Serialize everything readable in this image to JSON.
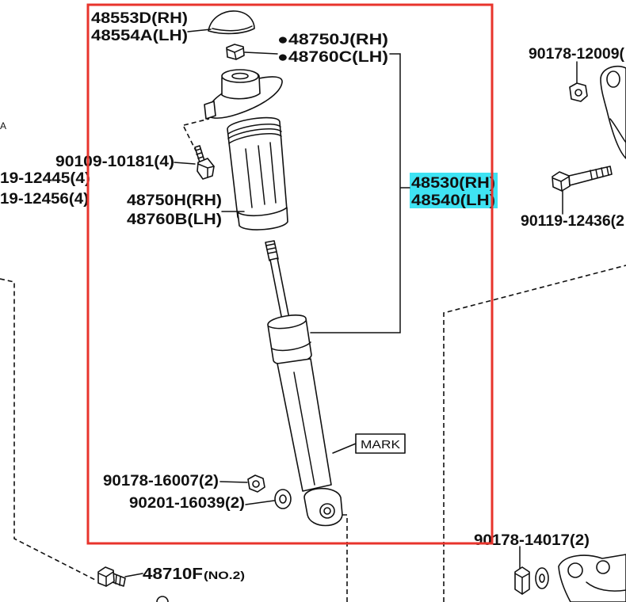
{
  "diagram": {
    "callouts": {
      "cover_rh": "48553D(RH)",
      "cover_lh": "48554A(LH)",
      "nut_rh": "●48750J(RH)",
      "nut_lh": "●48760C(LH)",
      "top_right_nut": "90178-12009(",
      "bolt_left": "90109-10181(4)",
      "left_bolt_a": "19-12445(4)",
      "left_bolt_b": "19-12456(4)",
      "mount_rh": "48750H(RH)",
      "mount_lh": "48760B(LH)",
      "absorber_rh": "48530(RH)",
      "absorber_lh": "48540(LH)",
      "right_bolt": "90119-12436(2",
      "mark": "MARK",
      "lower_nut": "90178-16007(2)",
      "lower_washer": "90201-16039(2)",
      "bottom_right_nut": "90178-14017(2)",
      "bottom_bolt_code": "48710F",
      "bottom_bolt_note": "(NO.2)",
      "edge_letter": "A"
    },
    "colors": {
      "highlight": "#3FE3F3",
      "frame": "#E8342C"
    },
    "icons": {
      "shock_absorber": "shock-absorber-drawing",
      "fasteners": "nut-bolt-washer-drawings"
    }
  }
}
